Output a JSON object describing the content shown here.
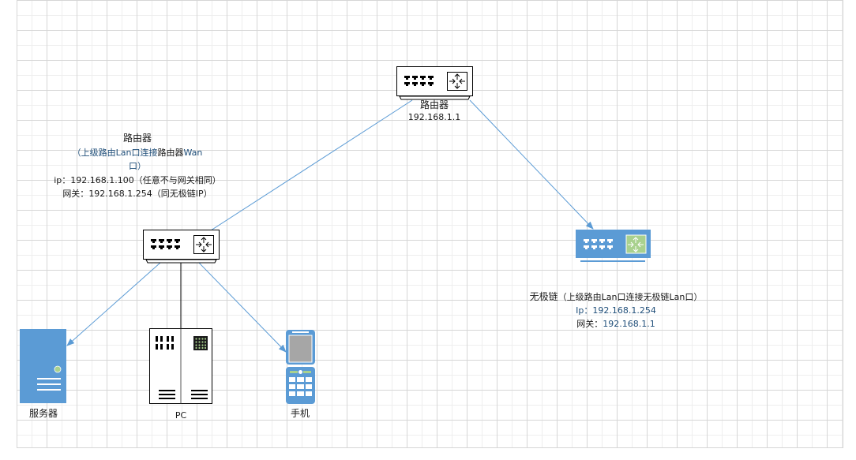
{
  "diagram": {
    "title": "Network topology",
    "colors": {
      "link": "#5b9bd5",
      "device_blue": "#5b9bd5",
      "accent_green": "#a9d18e",
      "outline": "#000000"
    },
    "nodes": {
      "main_router": {
        "icon": "router-icon",
        "name": "路由器",
        "ip": "192.168.1.1"
      },
      "sub_router": {
        "icon": "router-icon",
        "name": "路由器",
        "note_open": "（",
        "note_part1": "上级路由Lan口连接",
        "note_part2": "路由器",
        "note_part3": "Wan",
        "note_part4": "口",
        "note_close": "）",
        "ip_label": "ip：",
        "ip_value": "192.168.1.100",
        "ip_note": "（任意不与网关相同）",
        "gateway_label": "网关：",
        "gateway_value": "192.168.1.254",
        "gateway_note": "（同无极链IP）"
      },
      "wireless_ap": {
        "icon": "wireless-ap-icon",
        "name": "无极链",
        "note": "（上级路由Lan口连接无极链Lan口）",
        "ip_label": "Ip：",
        "ip_value": "192.168.1.254",
        "gateway_label": "网关：",
        "gateway_value": "192.168.1.1"
      },
      "server": {
        "icon": "server-icon",
        "name": "服务器"
      },
      "pc": {
        "icon": "pc-icon",
        "name": "PC"
      },
      "phone": {
        "icon": "mobile-phone-icon",
        "name": "手机"
      }
    },
    "links": [
      {
        "from": "main_router",
        "to": "sub_router",
        "style": "arrow"
      },
      {
        "from": "main_router",
        "to": "wireless_ap",
        "style": "arrow"
      },
      {
        "from": "sub_router",
        "to": "server",
        "style": "arrow"
      },
      {
        "from": "sub_router",
        "to": "pc",
        "style": "plain"
      },
      {
        "from": "sub_router",
        "to": "phone",
        "style": "arrow"
      }
    ]
  }
}
